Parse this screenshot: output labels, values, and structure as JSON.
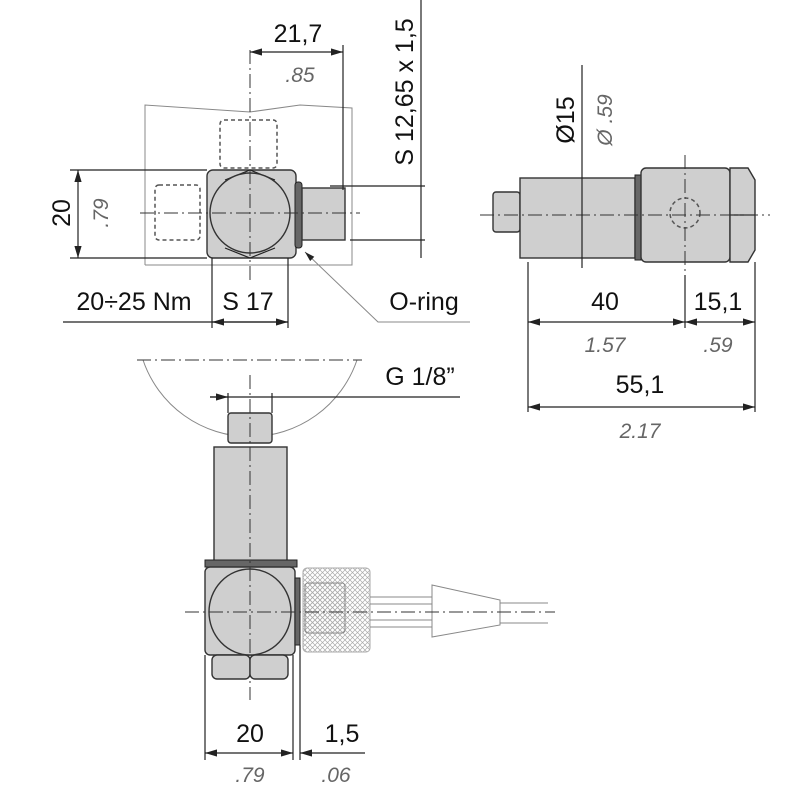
{
  "top_view": {
    "dim_width": "21,7",
    "dim_width_in": ".85",
    "dim_height": "20",
    "dim_height_in": ".79",
    "thread": "S 12,65 x 1,5",
    "torque": "20÷25 Nm",
    "wrench": "S 17",
    "oring_label": "O-ring"
  },
  "side_view": {
    "diameter": "Ø15",
    "diameter_in": "Ø .59",
    "dim_body": "40",
    "dim_body_in": "1.57",
    "dim_hex": "15,1",
    "dim_hex_in": ".59",
    "dim_total": "55,1",
    "dim_total_in": "2.17"
  },
  "bottom_view": {
    "thread": "G 1/8”",
    "dim_width": "20",
    "dim_width_in": ".79",
    "dim_oring": "1,5",
    "dim_oring_in": ".06"
  }
}
